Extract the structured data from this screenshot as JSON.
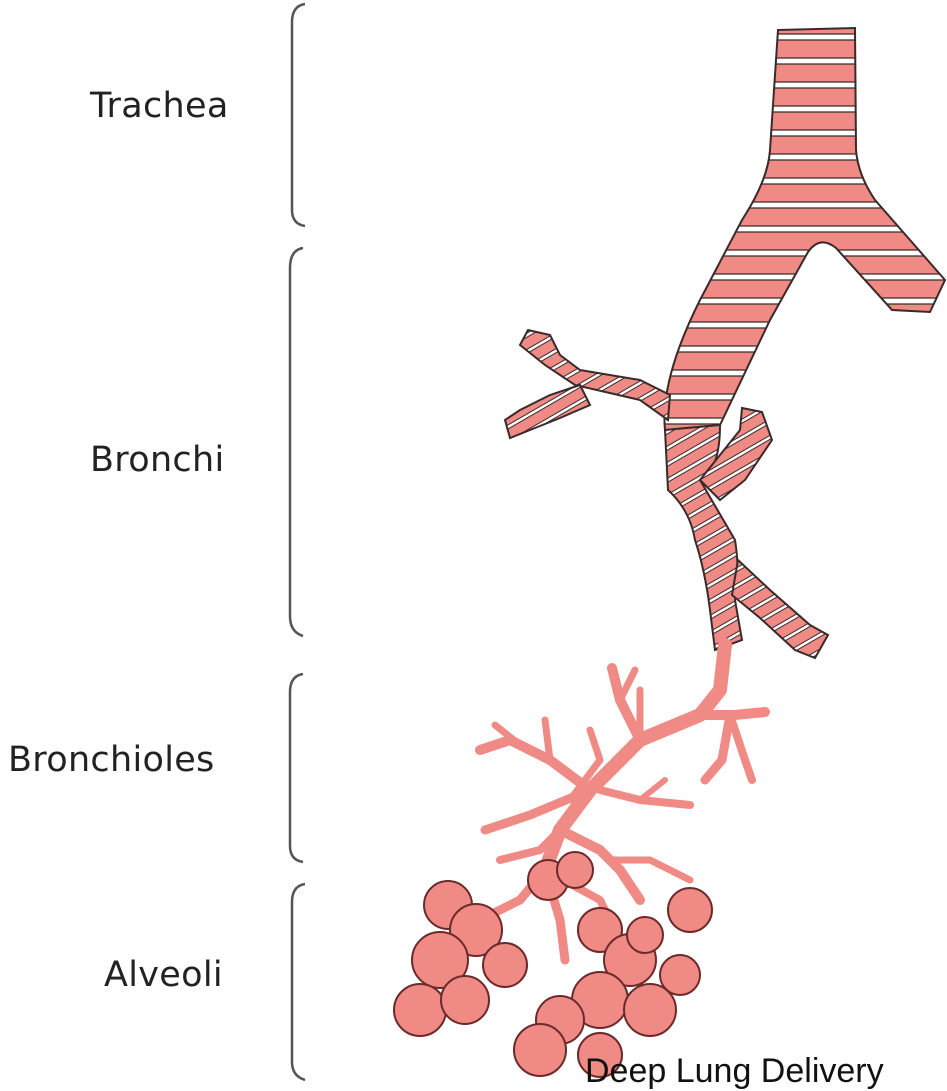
{
  "labels": {
    "trachea": "Trachea",
    "bronchi": "Bronchi",
    "bronchioles": "Bronchioles",
    "alveoli": "Alveoli"
  },
  "caption": "Deep Lung Delivery",
  "colors": {
    "airway_fill": "#f08a85",
    "airway_outline": "#3a2a2a",
    "ring": "#ffffff",
    "bracket": "#555555"
  }
}
